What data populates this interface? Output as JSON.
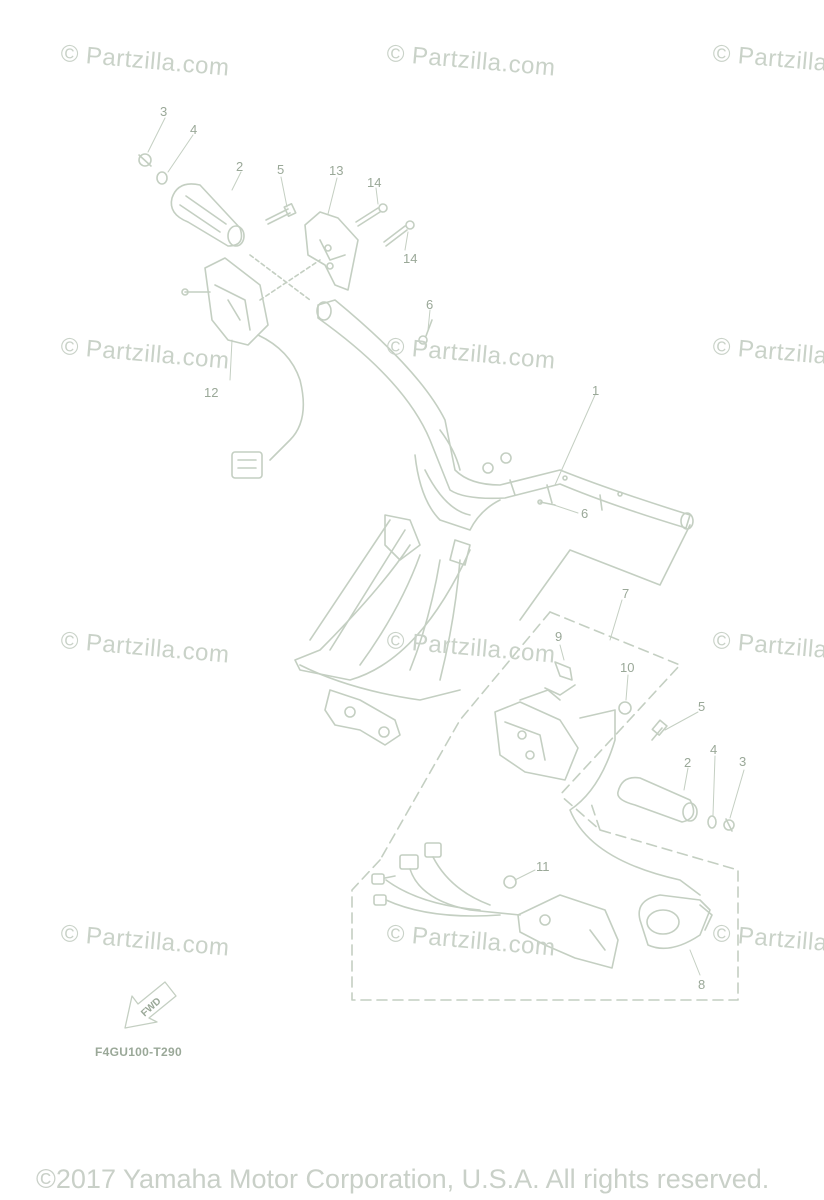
{
  "watermark": {
    "text": "© Partzilla.com"
  },
  "callouts": {
    "c1": "1",
    "c2a": "2",
    "c2b": "2",
    "c3a": "3",
    "c3b": "3",
    "c4a": "4",
    "c4b": "4",
    "c5a": "5",
    "c5b": "5",
    "c6a": "6",
    "c6b": "6",
    "c7": "7",
    "c8": "8",
    "c9": "9",
    "c10": "10",
    "c11": "11",
    "c12": "12",
    "c13": "13",
    "c14a": "14",
    "c14b": "14"
  },
  "fwd_label": "FWD",
  "diagram_code": "F4GU100-T290",
  "copyright": "©2017 Yamaha Motor Corporation, U.S.A. All rights reserved.",
  "colors": {
    "line": "#c4cfc2",
    "text": "#9aa898",
    "watermark": "#c9d2c8"
  }
}
